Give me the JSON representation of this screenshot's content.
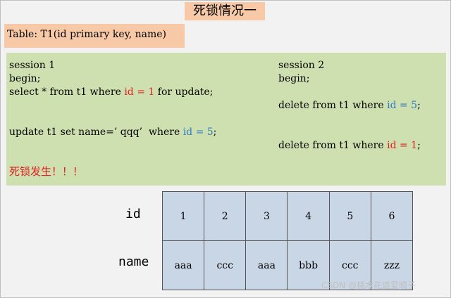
{
  "title": "死锁情况一",
  "table_def": "Table: T1(id primary key, name)",
  "session1": {
    "header": "session 1",
    "begin": "begin;",
    "select_pre": "select * from t1 where ",
    "select_cond": "id = 1",
    "select_post": " for update;",
    "update_pre": "update t1 set name=’ qqq’  where ",
    "update_cond": "id = 5",
    "update_post": ";"
  },
  "session2": {
    "header": "session 2",
    "begin": "begin;",
    "delete1_pre": "delete from t1 where ",
    "delete1_cond": "id = 5",
    "delete1_post": ";",
    "delete2_pre": "delete from t1 where ",
    "delete2_cond": "id = 1",
    "delete2_post": ";"
  },
  "deadlock_text": "死锁发生！！！",
  "records": {
    "id_label": "id",
    "name_label": "name",
    "ids": [
      "1",
      "2",
      "3",
      "4",
      "5",
      "6"
    ],
    "names": [
      "aaa",
      "ccc",
      "aaa",
      "bbb",
      "ccc",
      "zzz"
    ]
  },
  "watermark": "CSDN @桃木花道爱晴子",
  "colors": {
    "title_bg": "#f7c9a6",
    "code_bg": "#cfe0b0",
    "lock_red": "#e02020",
    "cond_blue": "#2e7dc4",
    "grid_bg": "#c9d6e6"
  }
}
